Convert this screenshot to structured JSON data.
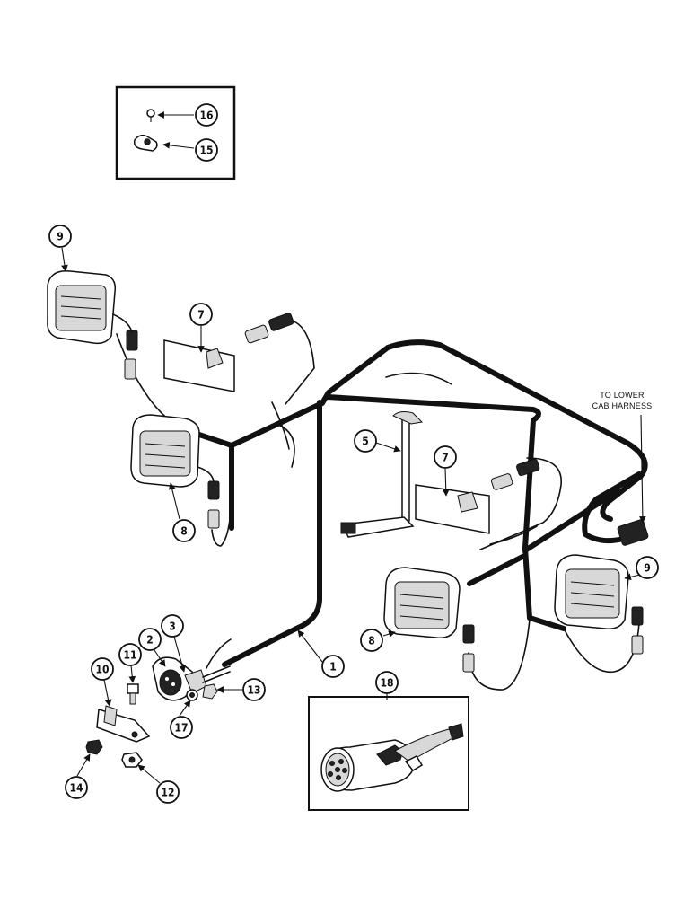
{
  "callouts": {
    "c1": "1",
    "c2": "2",
    "c3": "3",
    "c5": "5",
    "c7a": "7",
    "c7b": "7",
    "c8a": "8",
    "c8b": "8",
    "c9a": "9",
    "c9b": "9",
    "c10": "10",
    "c11": "11",
    "c12": "12",
    "c13": "13",
    "c14": "14",
    "c15": "15",
    "c16": "16",
    "c17": "17",
    "c18": "18"
  },
  "note": {
    "line1": "TO LOWER",
    "line2": "CAB HARNESS"
  }
}
